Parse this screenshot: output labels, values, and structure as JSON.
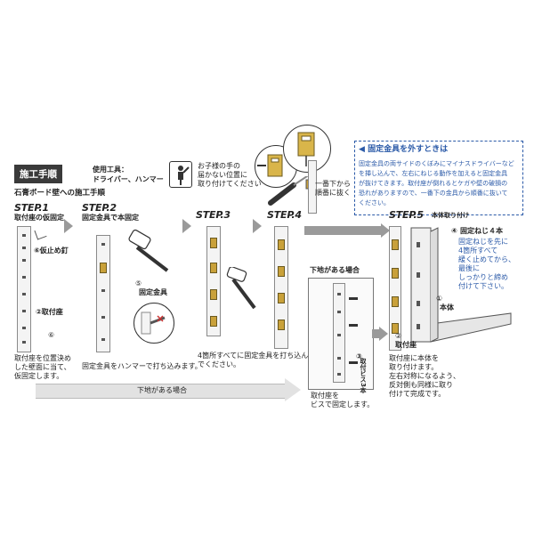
{
  "header": {
    "title": "施工手順",
    "tools_label": "使用工具：",
    "tools_value": "ドライバー、ハンマー",
    "warning_line1": "お子様の手の",
    "warning_line2": "届かない位置に",
    "warning_line3": "取り付けてください",
    "subtitle": "石膏ボード壁への施工手順"
  },
  "removal": {
    "title": "固定金具を外すときは",
    "body": [
      "固定金具の両サイドのくぼみにマイナスドライバーなど",
      "を挿し込んで、左右にねじる動作を加えると固定金具",
      "が抜けてきます。取付座が倒れるとケガや壁の破損の",
      "恐れがありますので、一番下の金具から順番に抜いて",
      "ください。"
    ],
    "callout_line1": "一番下から",
    "callout_line2": "順番に抜く"
  },
  "steps": [
    {
      "label": "STEP.1",
      "sub": "取付座の仮固定",
      "desc": [
        "取付座を位置決め",
        "した壁面に当て、",
        "仮固定します。"
      ]
    },
    {
      "label": "STEP.2",
      "sub": "固定金具で本固定",
      "desc": [
        "固定金具をハンマーで打ち込みます。"
      ]
    },
    {
      "label": "STEP.3",
      "sub": "",
      "desc": [
        "4箇所すべてに固定金具を打ち込ん",
        "でください。"
      ]
    },
    {
      "label": "STEP.4",
      "sub": "",
      "desc": []
    },
    {
      "label": "STEP.5",
      "sub": "本体取り付け",
      "desc": [
        "取付座に本体を",
        "取り付けます。",
        "左右対称になるよう、",
        "反対側も同様に取り",
        "付けて完成です。"
      ]
    }
  ],
  "parts": {
    "temp_nail": "⑥仮止め釘",
    "mount_base": "②取付座",
    "num6": "⑥",
    "fixing_bracket": "⑤",
    "fixing_bracket_label": "固定金具",
    "body_num": "①",
    "body_label": "本体",
    "mount_base_5": "②",
    "mount_base_5_label": "取付座",
    "screw4": "④",
    "screw4_label": "固定ねじ４本",
    "screw_note": [
      "固定ねじを先に",
      "4箇所すべて",
      "緩く止めてから、",
      "最後に",
      "しっかりと締め",
      "付けて下さい。"
    ]
  },
  "stud": {
    "title": "下地がある場合",
    "band_label": "下地がある場合",
    "screw_label_num": "③",
    "screw_label": "取付ビス",
    "screw_count": "3本",
    "desc": [
      "取付座を",
      "ビスで固定します。"
    ]
  }
}
